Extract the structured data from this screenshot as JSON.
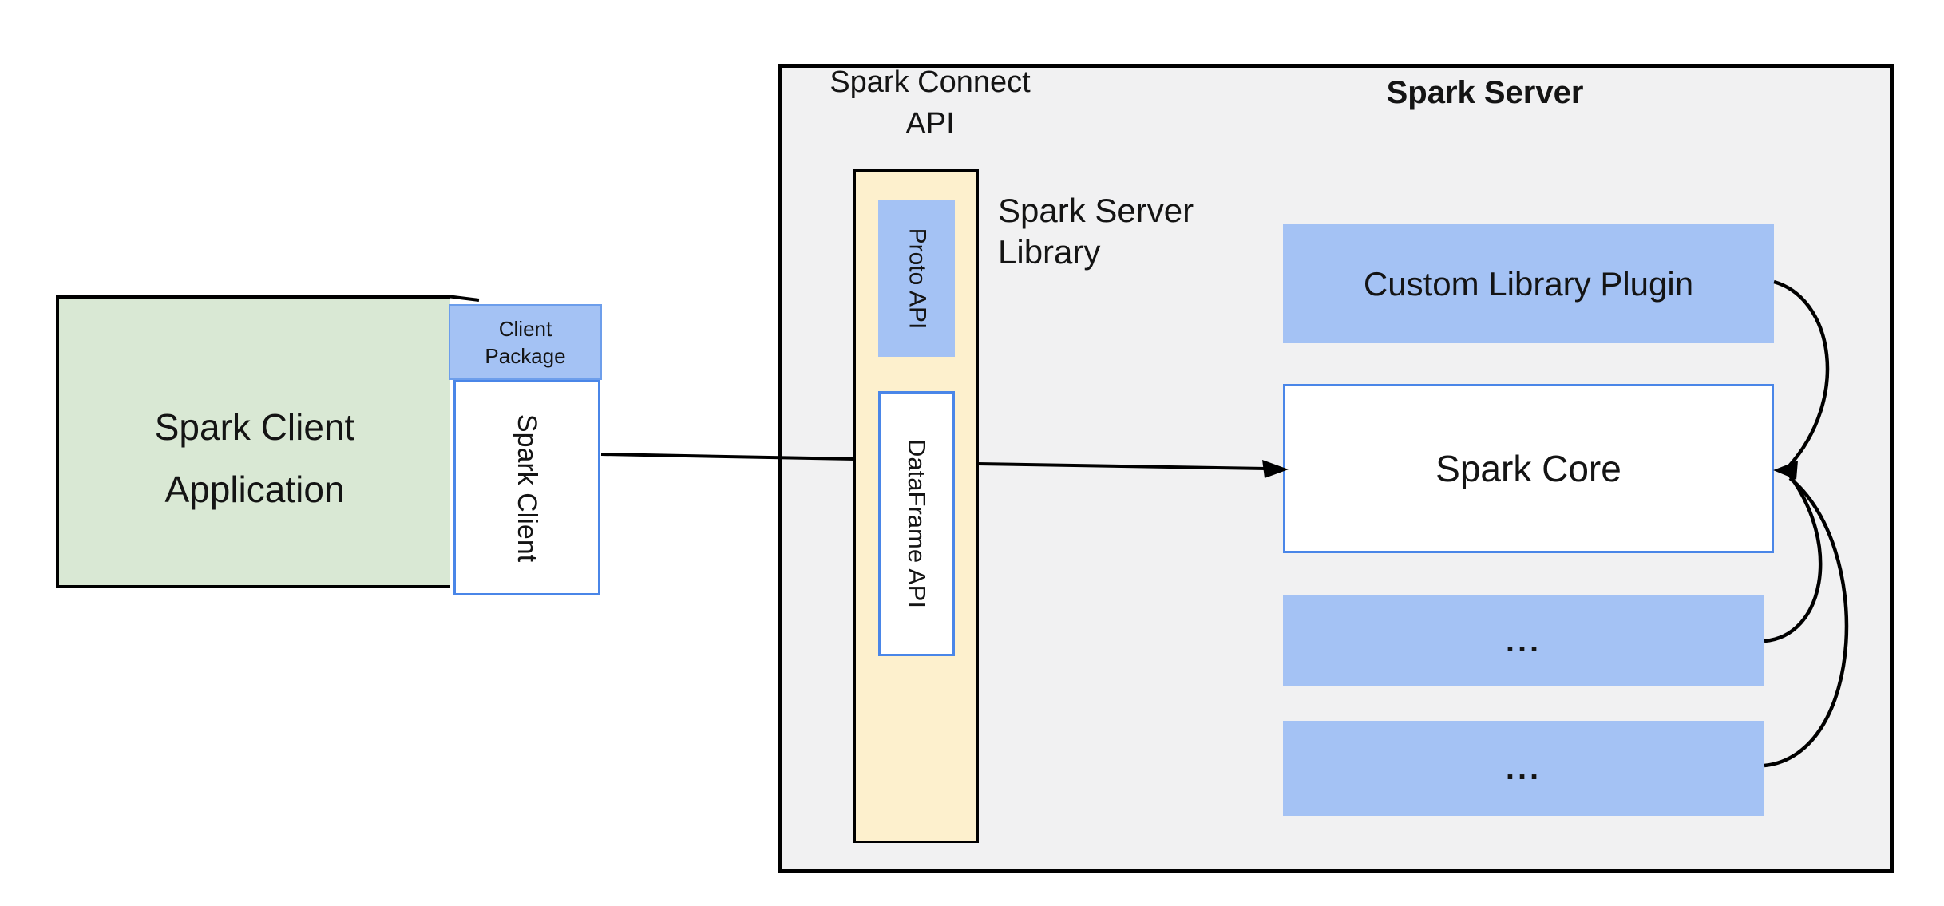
{
  "colors": {
    "green_fill": "#d9e8d4",
    "blue_fill": "#a4c2f4",
    "blue_border": "#4a86e8",
    "package_border": "#6d9eeb",
    "yellow_fill": "#fdf0cd",
    "gray_fill": "#f1f1f2",
    "line_color": "#000000",
    "text_color": "#141414"
  },
  "client_app": {
    "label": "Spark Client\nApplication"
  },
  "client_package": {
    "label": "Client\nPackage"
  },
  "spark_client": {
    "label": "Spark Client"
  },
  "connect_api": {
    "title": "Spark Connect\nAPI",
    "server_library_label": "Spark Server\nLibrary",
    "proto_api": "Proto API",
    "dataframe_api": "DataFrame API"
  },
  "server": {
    "title": "Spark Server",
    "plugin": "Custom Library Plugin",
    "core": "Spark Core",
    "slot1": "...",
    "slot2": "..."
  }
}
